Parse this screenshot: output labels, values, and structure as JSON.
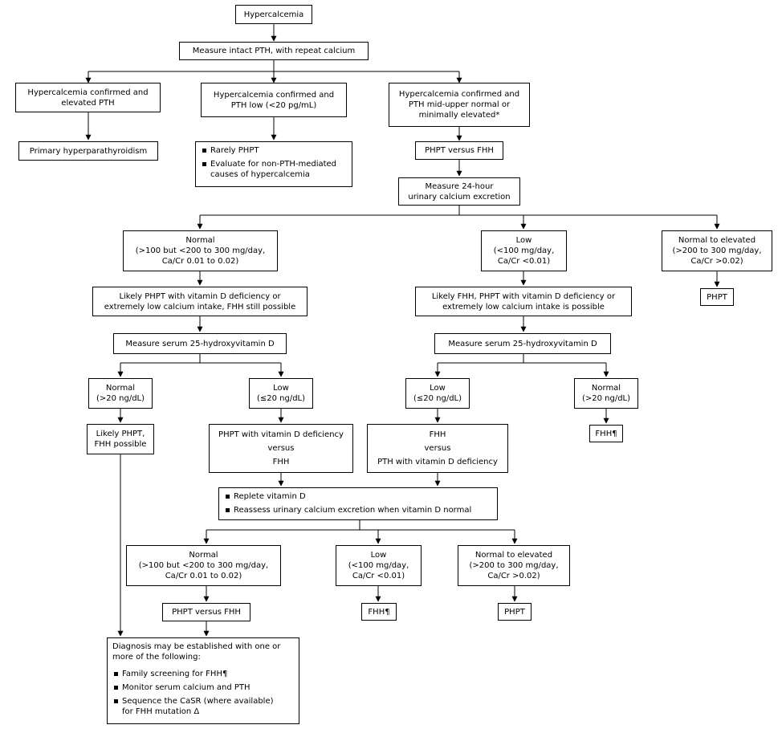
{
  "nodes": {
    "hypercalcemia": [
      "Hypercalcemia"
    ],
    "measure_pth": [
      "Measure intact PTH, with repeat calcium"
    ],
    "confirmed_elevated": [
      "Hypercalcemia confirmed and",
      "elevated PTH"
    ],
    "confirmed_low": [
      "Hypercalcemia confirmed and",
      "PTH low (<20 pg/mL)"
    ],
    "confirmed_mid": [
      "Hypercalcemia confirmed and",
      "PTH mid-upper normal or",
      "minimally elevated*"
    ],
    "primary_hpt": [
      "Primary hyperparathyroidism"
    ],
    "rarely_phpt": {
      "bullets": [
        [
          "Rarely PHPT"
        ],
        [
          "Evaluate for non-PTH-mediated",
          "causes of hypercalcemia"
        ]
      ]
    },
    "phpt_vs_fhh_1": [
      "PHPT versus FHH"
    ],
    "measure_24h": [
      "Measure 24-hour",
      "urinary calcium excretion"
    ],
    "normal_1": [
      "Normal",
      "(>100 but <200 to 300 mg/day,",
      "Ca/Cr 0.01 to 0.02)"
    ],
    "low_1": [
      "Low",
      "(<100 mg/day,",
      "Ca/Cr <0.01)"
    ],
    "normal_elev_1": [
      "Normal to elevated",
      "(>200 to 300 mg/day,",
      "Ca/Cr >0.02)"
    ],
    "phpt_1": [
      "PHPT"
    ],
    "likely_phpt_vitd": [
      "Likely PHPT with vitamin D deficiency or",
      "extremely low calcium intake, FHH still possible"
    ],
    "likely_fhh_vitd": [
      "Likely FHH, PHPT with vitamin D deficiency or",
      "extremely low calcium intake is possible"
    ],
    "measure_25oh_1": [
      "Measure serum 25-hydroxyvitamin D"
    ],
    "measure_25oh_2": [
      "Measure serum 25-hydroxyvitamin D"
    ],
    "vitd_normal_1": [
      "Normal",
      "(>20 ng/dL)"
    ],
    "vitd_low_1": [
      "Low",
      "(≤20 ng/dL)"
    ],
    "vitd_low_2": [
      "Low",
      "(≤20 ng/dL)"
    ],
    "vitd_normal_2": [
      "Normal",
      "(>20 ng/dL)"
    ],
    "likely_phpt_fhh": [
      "Likely PHPT,",
      "FHH possible"
    ],
    "phpt_vitd_vs_fhh": [
      "PHPT with vitamin D deficiency",
      "versus",
      "FHH"
    ],
    "fhh_vs_pth_vitd": [
      "FHH",
      "versus",
      "PTH with vitamin D deficiency"
    ],
    "fhh_1": [
      "FHH¶"
    ],
    "replete": {
      "bullets": [
        [
          "Replete vitamin D"
        ],
        [
          "Reassess urinary calcium excretion when vitamin D normal"
        ]
      ]
    },
    "normal_2": [
      "Normal",
      "(>100 but <200 to 300 mg/day,",
      "Ca/Cr 0.01 to 0.02)"
    ],
    "low_2": [
      "Low",
      "(<100 mg/day,",
      "Ca/Cr <0.01)"
    ],
    "normal_elev_2": [
      "Normal to elevated",
      "(>200 to 300 mg/day,",
      "Ca/Cr >0.02)"
    ],
    "phpt_vs_fhh_2": [
      "PHPT versus FHH"
    ],
    "fhh_2": [
      "FHH¶"
    ],
    "phpt_2": [
      "PHPT"
    ],
    "diagnosis": {
      "intro": [
        "Diagnosis may be established with one or",
        "more of the following:"
      ],
      "bullets": [
        [
          "Family screening for FHH¶"
        ],
        [
          "Monitor serum calcium and PTH"
        ],
        [
          "Sequence the CaSR (where available)",
          "for FHH mutation Δ"
        ]
      ]
    }
  }
}
